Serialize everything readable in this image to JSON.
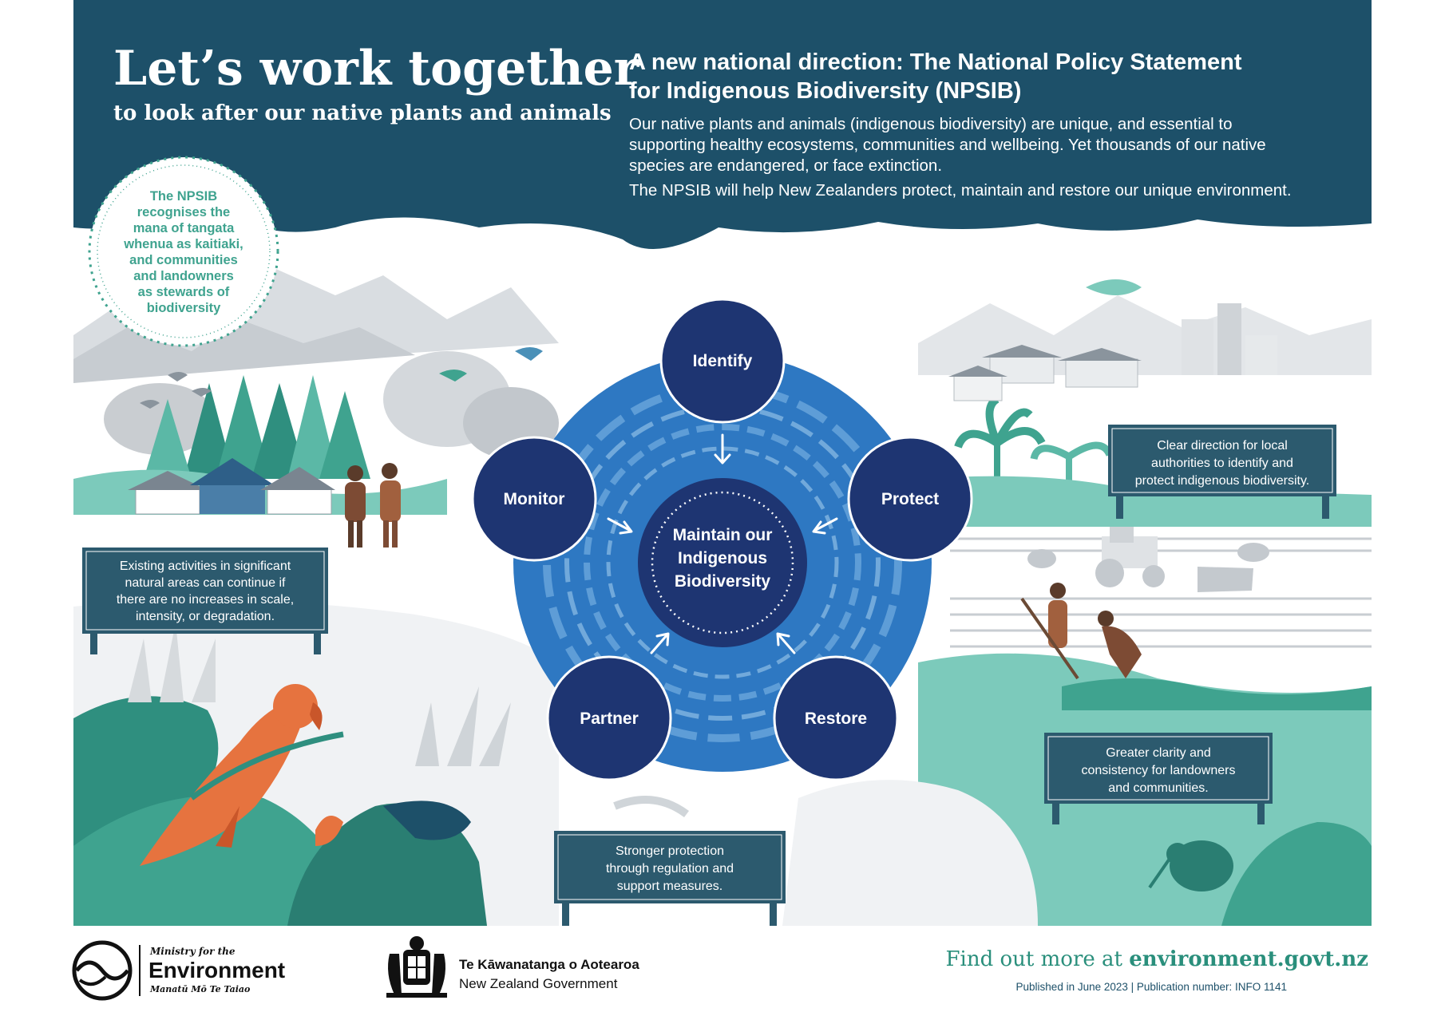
{
  "header": {
    "title": "Let’s work together",
    "subtitle": "to look after our native plants and animals",
    "heading_line1": "A new national direction: The National Policy Statement",
    "heading_line2": "for Indigenous Biodiversity (NPSIB)",
    "paragraph1": [
      "Our native plants and animals (indigenous biodiversity) are unique, and essential to",
      "supporting healthy ecosystems, communities and wellbeing. Yet thousands of our native",
      "species are endangered, or face extinction."
    ],
    "paragraph2": "The NPSIB will help New Zealanders protect, maintain and restore our unique environment."
  },
  "badge": {
    "lines": [
      "The NPSIB",
      "recognises the",
      "mana of tangata",
      "whenua as kaitiaki,",
      "and communities",
      "and landowners",
      "as stewards of",
      "biodiversity"
    ]
  },
  "cycle": {
    "center": [
      "Maintain our",
      "Indigenous",
      "Biodiversity"
    ],
    "nodes": {
      "identify": "Identify",
      "protect": "Protect",
      "restore": "Restore",
      "partner": "Partner",
      "monitor": "Monitor"
    }
  },
  "signs": {
    "existing": [
      "Existing activities in significant",
      "natural areas can continue if",
      "there are no increases in scale,",
      "intensity, or degradation."
    ],
    "direction": [
      "Clear direction for local",
      "authorities to identify and",
      "protect indigenous biodiversity."
    ],
    "clarity": [
      "Greater clarity and",
      "consistency for landowners",
      "and communities."
    ],
    "protection": [
      "Stronger protection",
      "through regulation and",
      "support measures."
    ]
  },
  "footer": {
    "ministry_small": "Ministry for the",
    "ministry_name": "Environment",
    "ministry_maori": "Manatū Mō Te Taiao",
    "govt_maori": "Te Kāwanatanga o Aotearoa",
    "govt_english": "New Zealand Government",
    "find_prefix": "Find out more at ",
    "find_url": "environment.govt.nz",
    "published": "Published in June 2023 | Publication number: INFO 1141"
  },
  "colors": {
    "header_navy": "#1d5069",
    "circle_blue": "#2e78c2",
    "node_navy": "#1e3572",
    "sign_slate": "#2c5a6e",
    "teal": "#3fa38f",
    "mint": "#7ccabb",
    "parrot_orange": "#e6733f"
  }
}
